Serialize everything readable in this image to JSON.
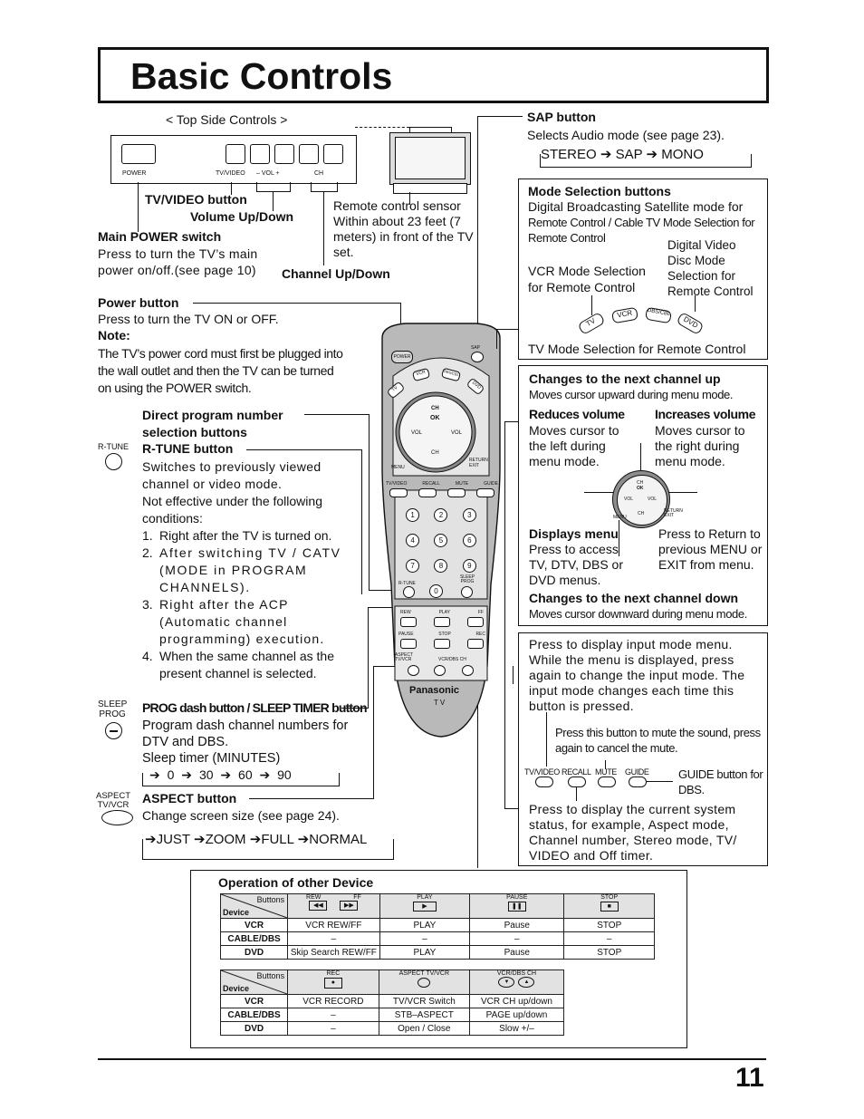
{
  "page_title": "Basic Controls",
  "page_number": "11",
  "top_side": {
    "caption": "< Top Side Controls >",
    "labels": {
      "power": "POWER",
      "tvvideo": "TV/VIDEO",
      "vol": "– VOL +",
      "ch": "CH"
    },
    "tvvideo_button": "TV/VIDEO button",
    "volume": "Volume Up/Down",
    "main_power_title": "Main POWER switch",
    "main_power_text": "Press to turn the TV’s main power on/off.(see page 10)",
    "channel": "Channel Up/Down",
    "sensor_text": "Remote control sensor Within about 23 feet (7 meters) in front of the TV set."
  },
  "sap": {
    "title": "SAP button",
    "text": "Selects Audio mode (see page 23).",
    "flow": [
      "STEREO",
      "SAP",
      "MONO"
    ]
  },
  "mode_selection": {
    "title": "Mode Selection buttons",
    "dbs_text": "Digital Broadcasting Satellite mode for",
    "cable_text": "Remote Control / Cable TV Mode Selection for Remote Control",
    "dvd_text": "Digital Video Disc Mode Selection for Remote Control",
    "vcr_text": "VCR Mode Selection for Remote Control",
    "tv_text": "TV Mode Selection for Remote Control",
    "buttons": [
      "TV",
      "VCR",
      "DBS/CBL",
      "DVD"
    ]
  },
  "power": {
    "title": "Power button",
    "text": "Press to turn the TV ON or OFF.",
    "note_title": "Note:",
    "note_text": "The TV’s power cord must first be plugged into the wall outlet and then the TV can be turned on using the POWER switch."
  },
  "direct_program": "Direct program number selection buttons",
  "rtune": {
    "icon_label": "R-TUNE",
    "title": "R-TUNE button",
    "text1": "Switches to previously viewed channel or video mode.",
    "text2": "Not effective under the following conditions:",
    "items": [
      {
        "n": "1.",
        "t": "Right after the TV is turned on."
      },
      {
        "n": "2.",
        "t": "After switching TV / CATV (MODE in PROGRAM CHANNELS)."
      },
      {
        "n": "3.",
        "t": "Right after the ACP (Automatic channel programming) execution."
      },
      {
        "n": "4.",
        "t": "When the same channel as the present channel is selected."
      }
    ]
  },
  "sleep": {
    "icon_label1": "SLEEP",
    "icon_label2": "PROG",
    "title": "PROG dash button / SLEEP TIMER button",
    "text1": "Program dash channel numbers for DTV and DBS.",
    "text2": "Sleep timer (MINUTES)",
    "flow": [
      "0",
      "30",
      "60",
      "90"
    ]
  },
  "aspect": {
    "icon_label1": "ASPECT",
    "icon_label2": "TV/VCR",
    "title": "ASPECT button",
    "text": "Change screen size (see page 24).",
    "flow": [
      "JUST",
      "ZOOM",
      "FULL",
      "NORMAL"
    ]
  },
  "nav": {
    "up_title": "Changes to the next channel up",
    "up_text": "Moves cursor upward during menu mode.",
    "reduce_title": "Reduces volume",
    "reduce_text": "Moves cursor to the left during menu mode.",
    "increase_title": "Increases volume",
    "increase_text": "Moves cursor to the right during menu mode.",
    "menu_title": "Displays menu",
    "menu_text": "Press to access TV, DTV, DBS or DVD menus.",
    "return_text": "Press to Return to previous MENU or EXIT from menu.",
    "down_title": "Changes to the next channel down",
    "down_text": "Moves cursor downward during menu mode.",
    "pad_labels": {
      "ch": "CH",
      "ok": "OK",
      "vol": "VOL",
      "menu": "MENU",
      "return": "RETURN EXIT"
    }
  },
  "input_box": {
    "text1": "Press to display input mode menu. While the menu is displayed, press again to change the input mode. The input mode changes each time this button is pressed.",
    "mute_text": "Press this button to mute the sound, press again to cancel the mute.",
    "buttons": [
      "TV/VIDEO",
      "RECALL",
      "MUTE",
      "GUIDE"
    ],
    "guide_text": "GUIDE button for DBS.",
    "recall_text": "Press to display the current system status, for example, Aspect mode, Channel number, Stereo mode, TV/ VIDEO and Off timer."
  },
  "remote": {
    "power": "POWER",
    "sap": "SAP",
    "modes": [
      "TV",
      "VCR",
      "DBS/CBL",
      "DVD"
    ],
    "row_labels": [
      "TV/VIDEO",
      "RECALL",
      "MUTE",
      "GUIDE"
    ],
    "digits": [
      "1",
      "2",
      "3",
      "4",
      "5",
      "6",
      "7",
      "8",
      "9",
      "0"
    ],
    "rtune": "R-TUNE",
    "sleep": "SLEEP PROG",
    "transport_top": [
      "REW",
      "PLAY",
      "FF"
    ],
    "transport_mid": [
      "PAUSE",
      "STOP",
      "REC"
    ],
    "aspect": "ASPECT TV/VCR",
    "vcrch": "VCR/DBS CH",
    "brand": "Panasonic",
    "model": "TV"
  },
  "other_device": {
    "title": "Operation of other Device",
    "buttons_label": "Buttons",
    "device_label": "Device",
    "table1": {
      "headers": [
        "REW",
        "FF",
        "PLAY",
        "PAUSE",
        "STOP"
      ],
      "rows": [
        [
          "VCR",
          "VCR REW/FF",
          "PLAY",
          "Pause",
          "STOP"
        ],
        [
          "CABLE/DBS",
          "–",
          "–",
          "–",
          "–"
        ],
        [
          "DVD",
          "Skip Search REW/FF",
          "PLAY",
          "Pause",
          "STOP"
        ]
      ]
    },
    "table2": {
      "headers": [
        "REC",
        "ASPECT TV/VCR",
        "VCR/DBS CH"
      ],
      "rows": [
        [
          "VCR",
          "VCR RECORD",
          "TV/VCR Switch",
          "VCR CH up/down"
        ],
        [
          "CABLE/DBS",
          "–",
          "STB–ASPECT",
          "PAGE up/down"
        ],
        [
          "DVD",
          "–",
          "Open / Close",
          "Slow +/–"
        ]
      ]
    }
  }
}
